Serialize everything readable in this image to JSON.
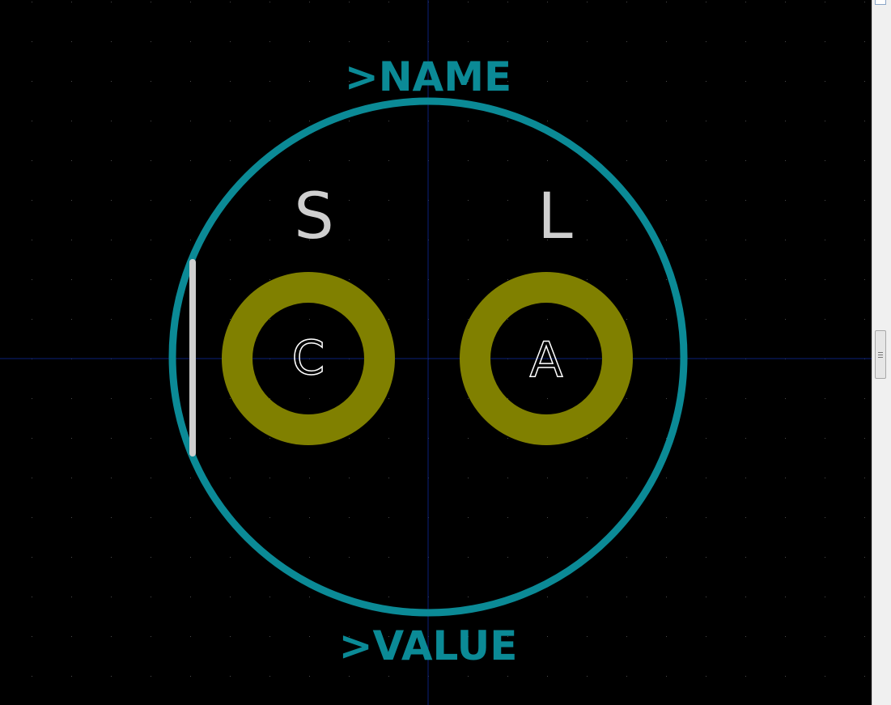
{
  "footprint": {
    "name_field": ">NAME",
    "value_field": ">VALUE",
    "silk_labels": {
      "left": "S",
      "right": "L"
    },
    "pads": [
      {
        "label": "C"
      },
      {
        "label": "A"
      }
    ]
  },
  "colors": {
    "background": "#000000",
    "grid_dot": "#4a4a4a",
    "axis_line": "#0a1f7a",
    "fab_outline": "#0b8a96",
    "silkscreen": "#cfcfcf",
    "pad_copper": "#808000",
    "pad_label": "#ffffff"
  }
}
